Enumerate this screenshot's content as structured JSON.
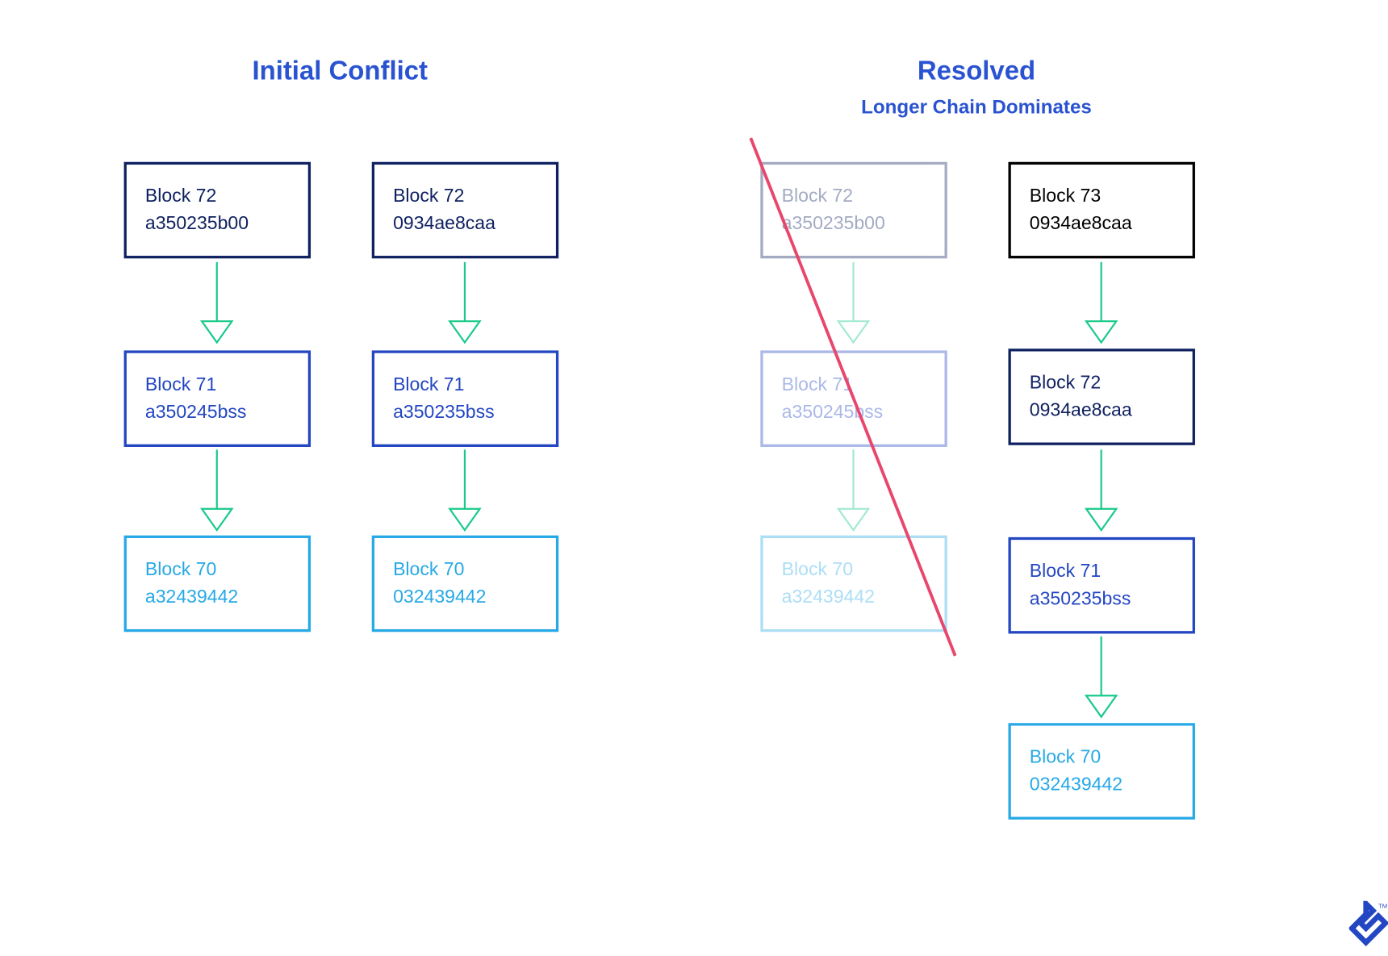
{
  "titles": {
    "left": "Initial Conflict",
    "right": "Resolved",
    "right_subtitle": "Longer Chain Dominates"
  },
  "blocks": {
    "ic_a_72": {
      "label": "Block 72",
      "hash": "a350235b00"
    },
    "ic_a_71": {
      "label": "Block 71",
      "hash": "a350245bss"
    },
    "ic_a_70": {
      "label": "Block 70",
      "hash": "a32439442"
    },
    "ic_b_72": {
      "label": "Block 72",
      "hash": "0934ae8caa"
    },
    "ic_b_71": {
      "label": "Block 71",
      "hash": "a350235bss"
    },
    "ic_b_70": {
      "label": "Block 70",
      "hash": "032439442"
    },
    "rs_a_72": {
      "label": "Block 72",
      "hash": "a350235b00"
    },
    "rs_a_71": {
      "label": "Block 71",
      "hash": "a350245bss"
    },
    "rs_a_70": {
      "label": "Block 70",
      "hash": "a32439442"
    },
    "rs_b_73": {
      "label": "Block 73",
      "hash": "0934ae8caa"
    },
    "rs_b_72": {
      "label": "Block 72",
      "hash": "0934ae8caa"
    },
    "rs_b_71": {
      "label": "Block 71",
      "hash": "a350235bss"
    },
    "rs_b_70": {
      "label": "Block 70",
      "hash": "032439442"
    }
  },
  "colors": {
    "title": "#2a53d1",
    "block_dark_navy": "#0f2160",
    "block_black": "#000000",
    "block_blue": "#2346c2",
    "block_light_blue": "#27a9e6",
    "arrow_green": "#19c98a",
    "strike_red": "#e8466c"
  },
  "logo": {
    "name": "toptal-logo-icon",
    "tm": "TM"
  }
}
